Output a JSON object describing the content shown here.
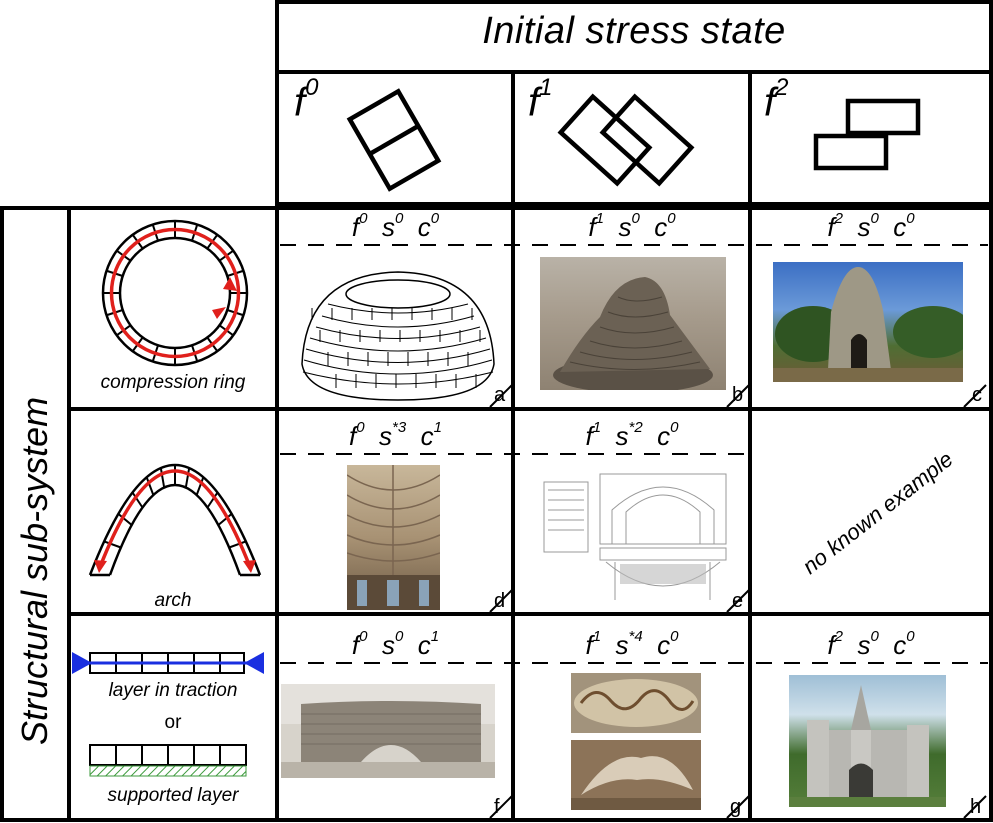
{
  "header": {
    "title": "Initial stress state"
  },
  "columns": [
    {
      "f": "f",
      "sup": "0"
    },
    {
      "f": "f",
      "sup": "1"
    },
    {
      "f": "f",
      "sup": "2"
    }
  ],
  "side": {
    "title": "Structural sub-system"
  },
  "rows": {
    "ring": {
      "caption": "compression ring"
    },
    "arch": {
      "caption": "arch"
    },
    "layer": {
      "caption1": "layer in traction",
      "or": "or",
      "caption2": "supported layer"
    }
  },
  "cells": {
    "a": {
      "f": "f",
      "fs": "0",
      "s": "s",
      "ss": "0",
      "c": "c",
      "cs": "0",
      "letter": "a"
    },
    "b": {
      "f": "f",
      "fs": "1",
      "s": "s",
      "ss": "0",
      "c": "c",
      "cs": "0",
      "letter": "b"
    },
    "c": {
      "f": "f",
      "fs": "2",
      "s": "s",
      "ss": "0",
      "c": "c",
      "cs": "0",
      "letter": "c"
    },
    "d": {
      "f": "f",
      "fs": "0",
      "s": "s",
      "ss": "*3",
      "c": "c",
      "cs": "1",
      "letter": "d"
    },
    "e": {
      "f": "f",
      "fs": "1",
      "s": "s",
      "ss": "*2",
      "c": "c",
      "cs": "0",
      "letter": "e"
    },
    "empty": {
      "text": "no known example"
    },
    "f": {
      "f": "f",
      "fs": "0",
      "s": "s",
      "ss": "0",
      "c": "c",
      "cs": "1",
      "letter": "f"
    },
    "g": {
      "f": "f",
      "fs": "1",
      "s": "s",
      "ss": "*4",
      "c": "c",
      "cs": "0",
      "letter": "g"
    },
    "h": {
      "f": "f",
      "fs": "2",
      "s": "s",
      "ss": "0",
      "c": "c",
      "cs": "0",
      "letter": "h"
    }
  },
  "colors": {
    "arrow": "#e0201c",
    "support": "#1a2fe0",
    "hatch": "#3c9a3c"
  }
}
